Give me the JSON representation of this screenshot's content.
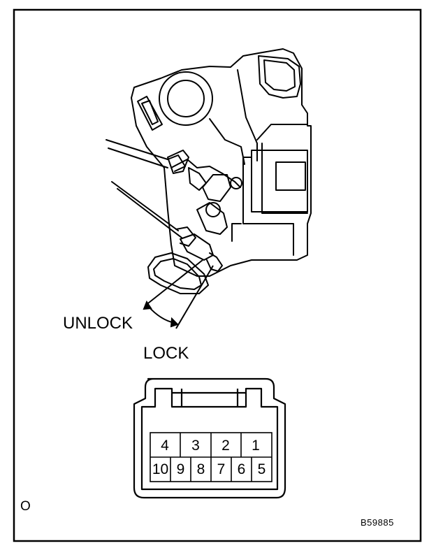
{
  "labels": {
    "unlock": "UNLOCK",
    "lock": "LOCK",
    "corner_mark": "O",
    "figure_code": "B59885"
  },
  "connector": {
    "top_row": [
      "4",
      "3",
      "2",
      "1"
    ],
    "bottom_row": [
      "10",
      "9",
      "8",
      "7",
      "6",
      "5"
    ]
  },
  "colors": {
    "ink": "#000000",
    "paper": "#ffffff"
  }
}
